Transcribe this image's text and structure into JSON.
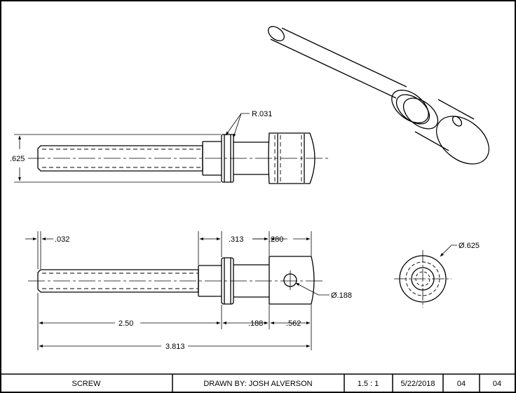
{
  "drawing": {
    "top_view": {
      "diameter": ".625",
      "radius": "R.031"
    },
    "front_view": {
      "chamfer": ".032",
      "collar_width": ".313",
      "head_hole_offset": ".280",
      "hole_diameter": "Ø.188",
      "shank_length": "2.50",
      "neck_length": ".188",
      "head_length": ".562",
      "overall_length": "3.813"
    },
    "end_view": {
      "diameter": "Ø.625"
    }
  },
  "title_block": {
    "part_name": "SCREW",
    "drawn_by": "DRAWN BY: JOSH ALVERSON",
    "scale": "1.5 : 1",
    "date": "5/22/2018",
    "sheet": "04",
    "number": "04"
  }
}
